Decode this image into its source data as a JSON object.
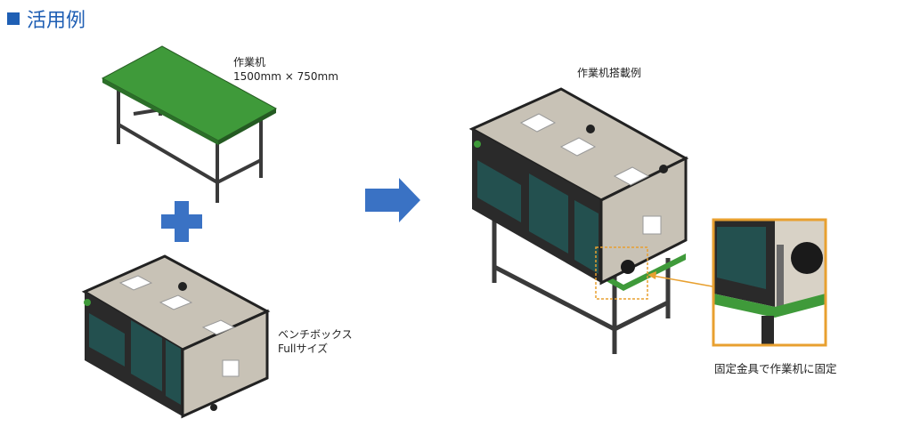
{
  "heading": {
    "title": "活用例"
  },
  "desk": {
    "name": "作業机",
    "size": "1500mm × 750mm"
  },
  "bench_box": {
    "name": "ベンチボックス",
    "variant": "Fullサイズ"
  },
  "example": {
    "title": "作業机搭載例"
  },
  "detail": {
    "caption": "固定金具で作業机に固定"
  },
  "colors": {
    "accent": "#1f5fb4",
    "detail_frame": "#e8a030",
    "desk_top": "#3f9a3a",
    "box_panel": "#c8c2b6",
    "box_door": "#23504f"
  },
  "icons": {
    "plus": "plus-icon",
    "arrow": "arrow-right-icon"
  }
}
